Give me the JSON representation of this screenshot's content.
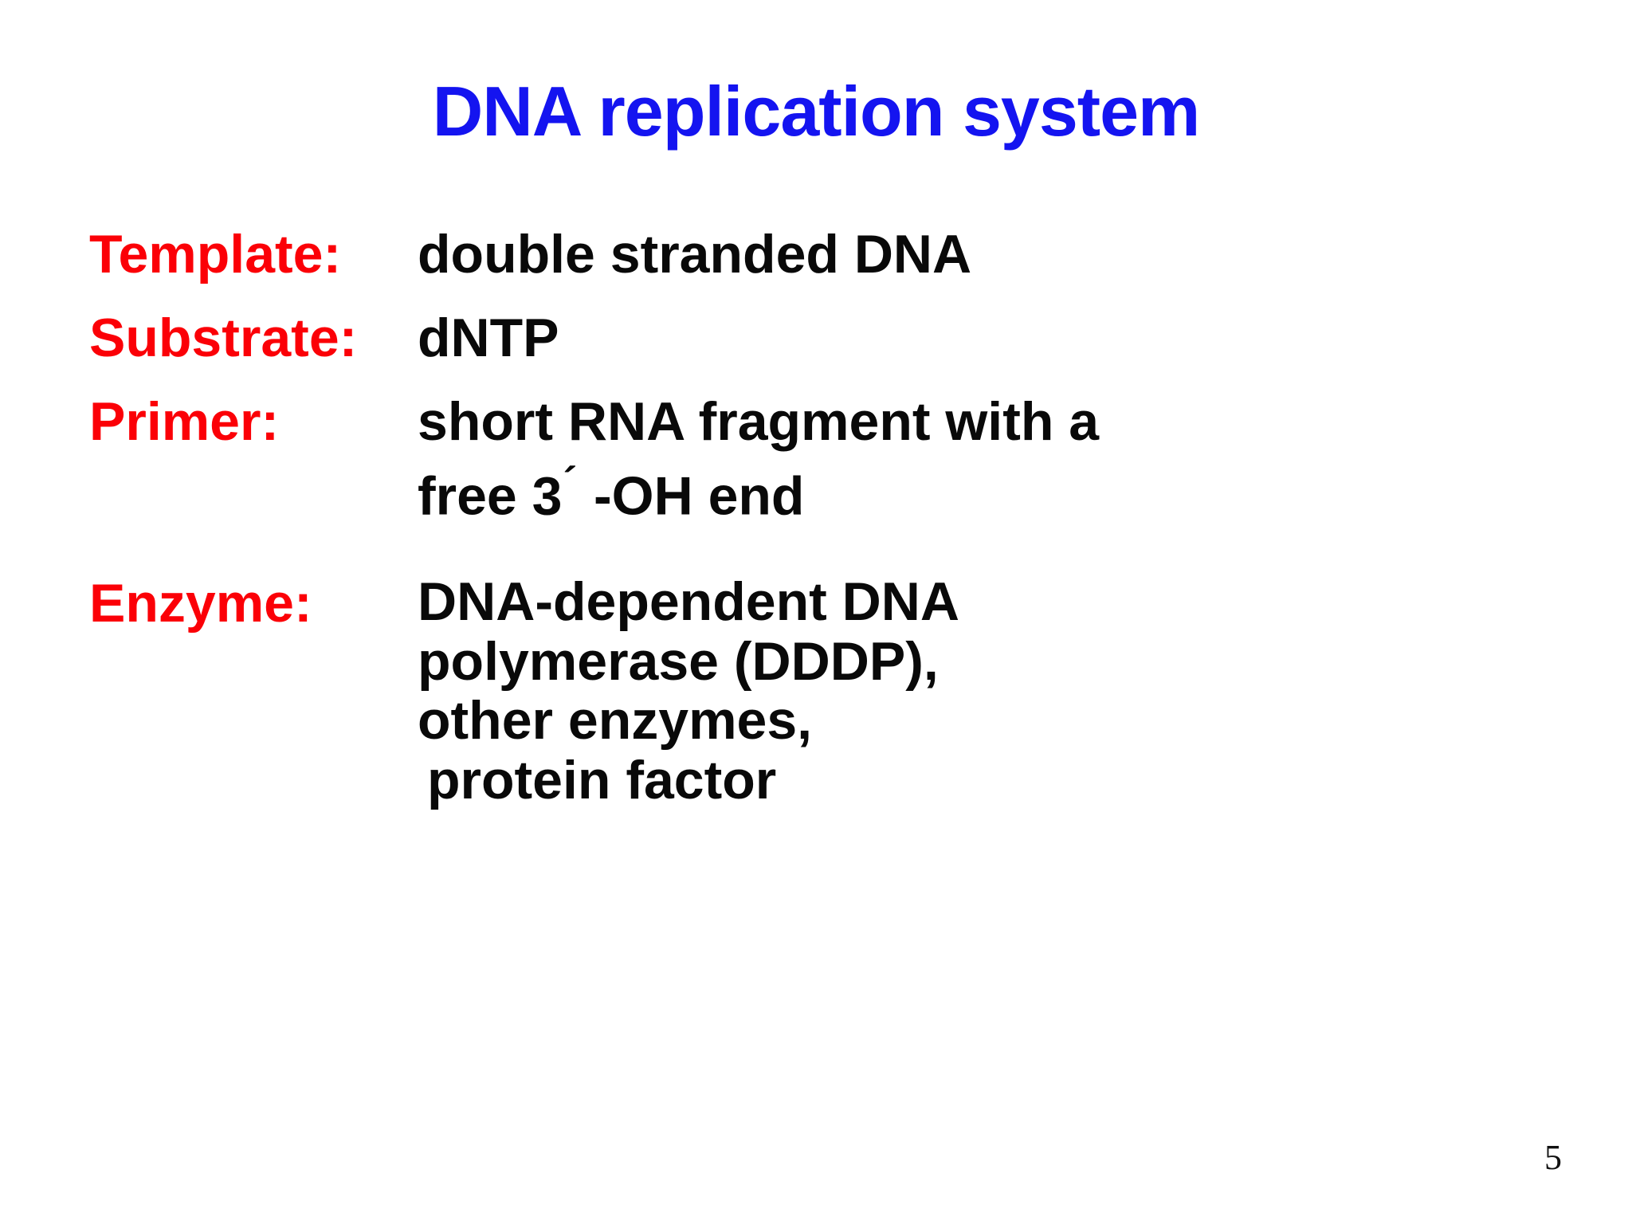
{
  "slide": {
    "title": "DNA replication system",
    "title_color": "#1414f0",
    "label_color": "#fb0007",
    "value_color": "#090909",
    "background_color": "#ffffff",
    "page_number": "5",
    "rows": [
      {
        "label": "Template:",
        "value_lines": [
          "double stranded DNA"
        ]
      },
      {
        "label": "Substrate:",
        "value_lines": [
          "dNTP"
        ]
      },
      {
        "label": "Primer:",
        "value_lines": [
          "short RNA fragment with a",
          "free 3´ -OH end"
        ],
        "line2_parts": {
          "before": "free 3",
          "prime": "´",
          "after": " -OH end"
        }
      },
      {
        "label": "Enzyme:",
        "value_lines": [
          "DNA-dependent DNA",
          "polymerase (DDDP),",
          "other enzymes,",
          " protein factor"
        ]
      }
    ]
  }
}
